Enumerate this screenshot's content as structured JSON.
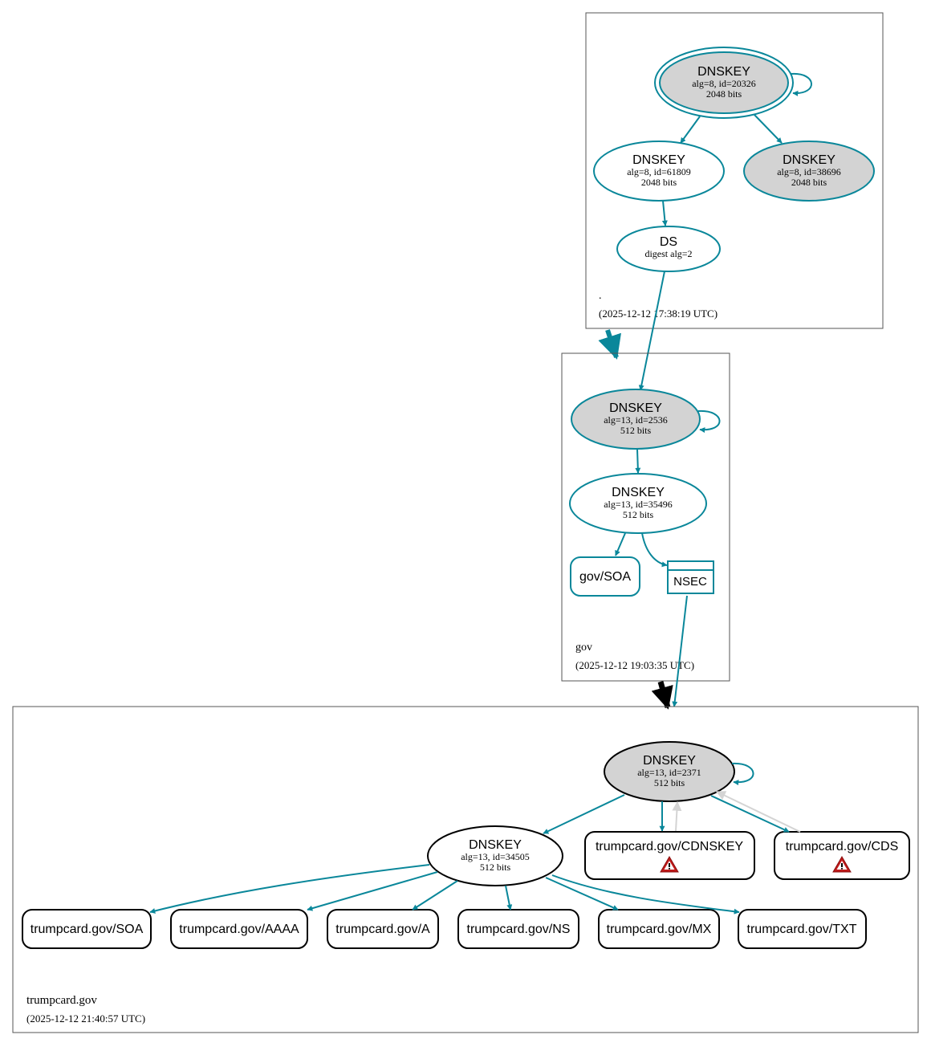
{
  "zones": {
    "root": {
      "name": ".",
      "timestamp": "(2025-12-12 17:38:19 UTC)",
      "nodes": {
        "ksk": {
          "type": "DNSKEY",
          "line1": "alg=8, id=20326",
          "line2": "2048 bits"
        },
        "zsk": {
          "type": "DNSKEY",
          "line1": "alg=8, id=61809",
          "line2": "2048 bits"
        },
        "key3": {
          "type": "DNSKEY",
          "line1": "alg=8, id=38696",
          "line2": "2048 bits"
        },
        "ds": {
          "type": "DS",
          "line1": "digest alg=2"
        }
      }
    },
    "gov": {
      "name": "gov",
      "timestamp": "(2025-12-12 19:03:35 UTC)",
      "nodes": {
        "ksk": {
          "type": "DNSKEY",
          "line1": "alg=13, id=2536",
          "line2": "512 bits"
        },
        "zsk": {
          "type": "DNSKEY",
          "line1": "alg=13, id=35496",
          "line2": "512 bits"
        },
        "soa": {
          "label": "gov/SOA"
        },
        "nsec": {
          "label": "NSEC"
        }
      }
    },
    "trumpcard": {
      "name": "trumpcard.gov",
      "timestamp": "(2025-12-12 21:40:57 UTC)",
      "nodes": {
        "ksk": {
          "type": "DNSKEY",
          "line1": "alg=13, id=2371",
          "line2": "512 bits"
        },
        "zsk": {
          "type": "DNSKEY",
          "line1": "alg=13, id=34505",
          "line2": "512 bits"
        },
        "cdnskey": {
          "label": "trumpcard.gov/CDNSKEY"
        },
        "cds": {
          "label": "trumpcard.gov/CDS"
        },
        "soa": {
          "label": "trumpcard.gov/SOA"
        },
        "aaaa": {
          "label": "trumpcard.gov/AAAA"
        },
        "a": {
          "label": "trumpcard.gov/A"
        },
        "ns": {
          "label": "trumpcard.gov/NS"
        },
        "mx": {
          "label": "trumpcard.gov/MX"
        },
        "txt": {
          "label": "trumpcard.gov/TXT"
        }
      }
    }
  },
  "colors": {
    "secure": "#0a879a",
    "insecure": "#000000",
    "key_fill": "#d3d3d3",
    "inactive_edge": "#d4d4d4",
    "warning": "#c01a1a"
  },
  "icons": {
    "warning": "warning-icon"
  }
}
